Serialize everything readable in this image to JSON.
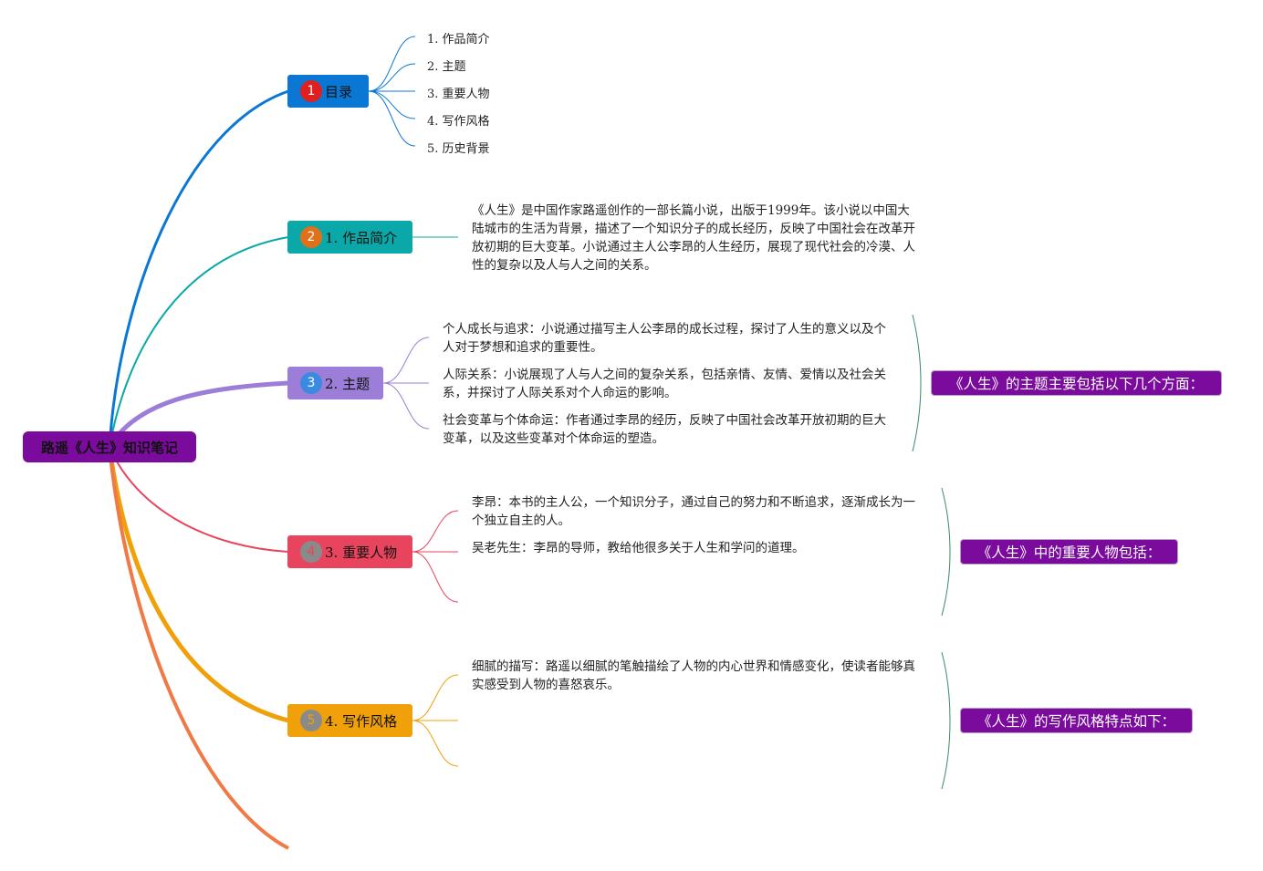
{
  "root": {
    "label": "路遥《人生》知识笔记"
  },
  "branches": {
    "toc": {
      "num": "1",
      "label": "目录"
    },
    "intro": {
      "num": "2",
      "label": "1. 作品简介"
    },
    "theme": {
      "num": "3",
      "label": "2. 主题"
    },
    "characters": {
      "num": "4",
      "label": "3. 重要人物"
    },
    "style": {
      "num": "5",
      "label": "4. 写作风格"
    }
  },
  "toc_items": [
    "1. 作品简介",
    "2. 主题",
    "3. 重要人物",
    "4. 写作风格",
    "5. 历史背景"
  ],
  "intro_text": "《人生》是中国作家路遥创作的一部长篇小说，出版于1999年。该小说以中国大陆城市的生活为背景，描述了一个知识分子的成长经历，反映了中国社会在改革开放初期的巨大变革。小说通过主人公李昂的人生经历，展现了现代社会的冷漠、人性的复杂以及人与人之间的关系。",
  "theme_items": [
    "个人成长与追求：小说通过描写主人公李昂的成长过程，探讨了人生的意义以及个人对于梦想和追求的重要性。",
    "人际关系：小说展现了人与人之间的复杂关系，包括亲情、友情、爱情以及社会关系，并探讨了人际关系对个人命运的影响。",
    "社会变革与个体命运：作者通过李昂的经历，反映了中国社会改革开放初期的巨大变革，以及这些变革对个体命运的塑造。"
  ],
  "character_items": [
    "李昂：本书的主人公，一个知识分子，通过自己的努力和不断追求，逐渐成长为一个独立自主的人。",
    "吴老先生：李昂的导师，教给他很多关于人生和学问的道理。"
  ],
  "style_items": [
    "细腻的描写：路遥以细腻的笔触描绘了人物的内心世界和情感变化，使读者能够真实感受到人物的喜怒哀乐。"
  ],
  "summaries": {
    "theme": "《人生》的主题主要包括以下几个方面：",
    "characters": "《人生》中的重要人物包括：",
    "style": "《人生》的写作风格特点如下："
  },
  "colors": {
    "root": "#7a0b9c",
    "toc": "#0a77d4",
    "intro": "#0aa8a8",
    "theme": "#9c7ed8",
    "characters": "#e8445e",
    "style": "#f0a10a",
    "extra": "#f07a45",
    "summary": "#7a0b9c"
  }
}
